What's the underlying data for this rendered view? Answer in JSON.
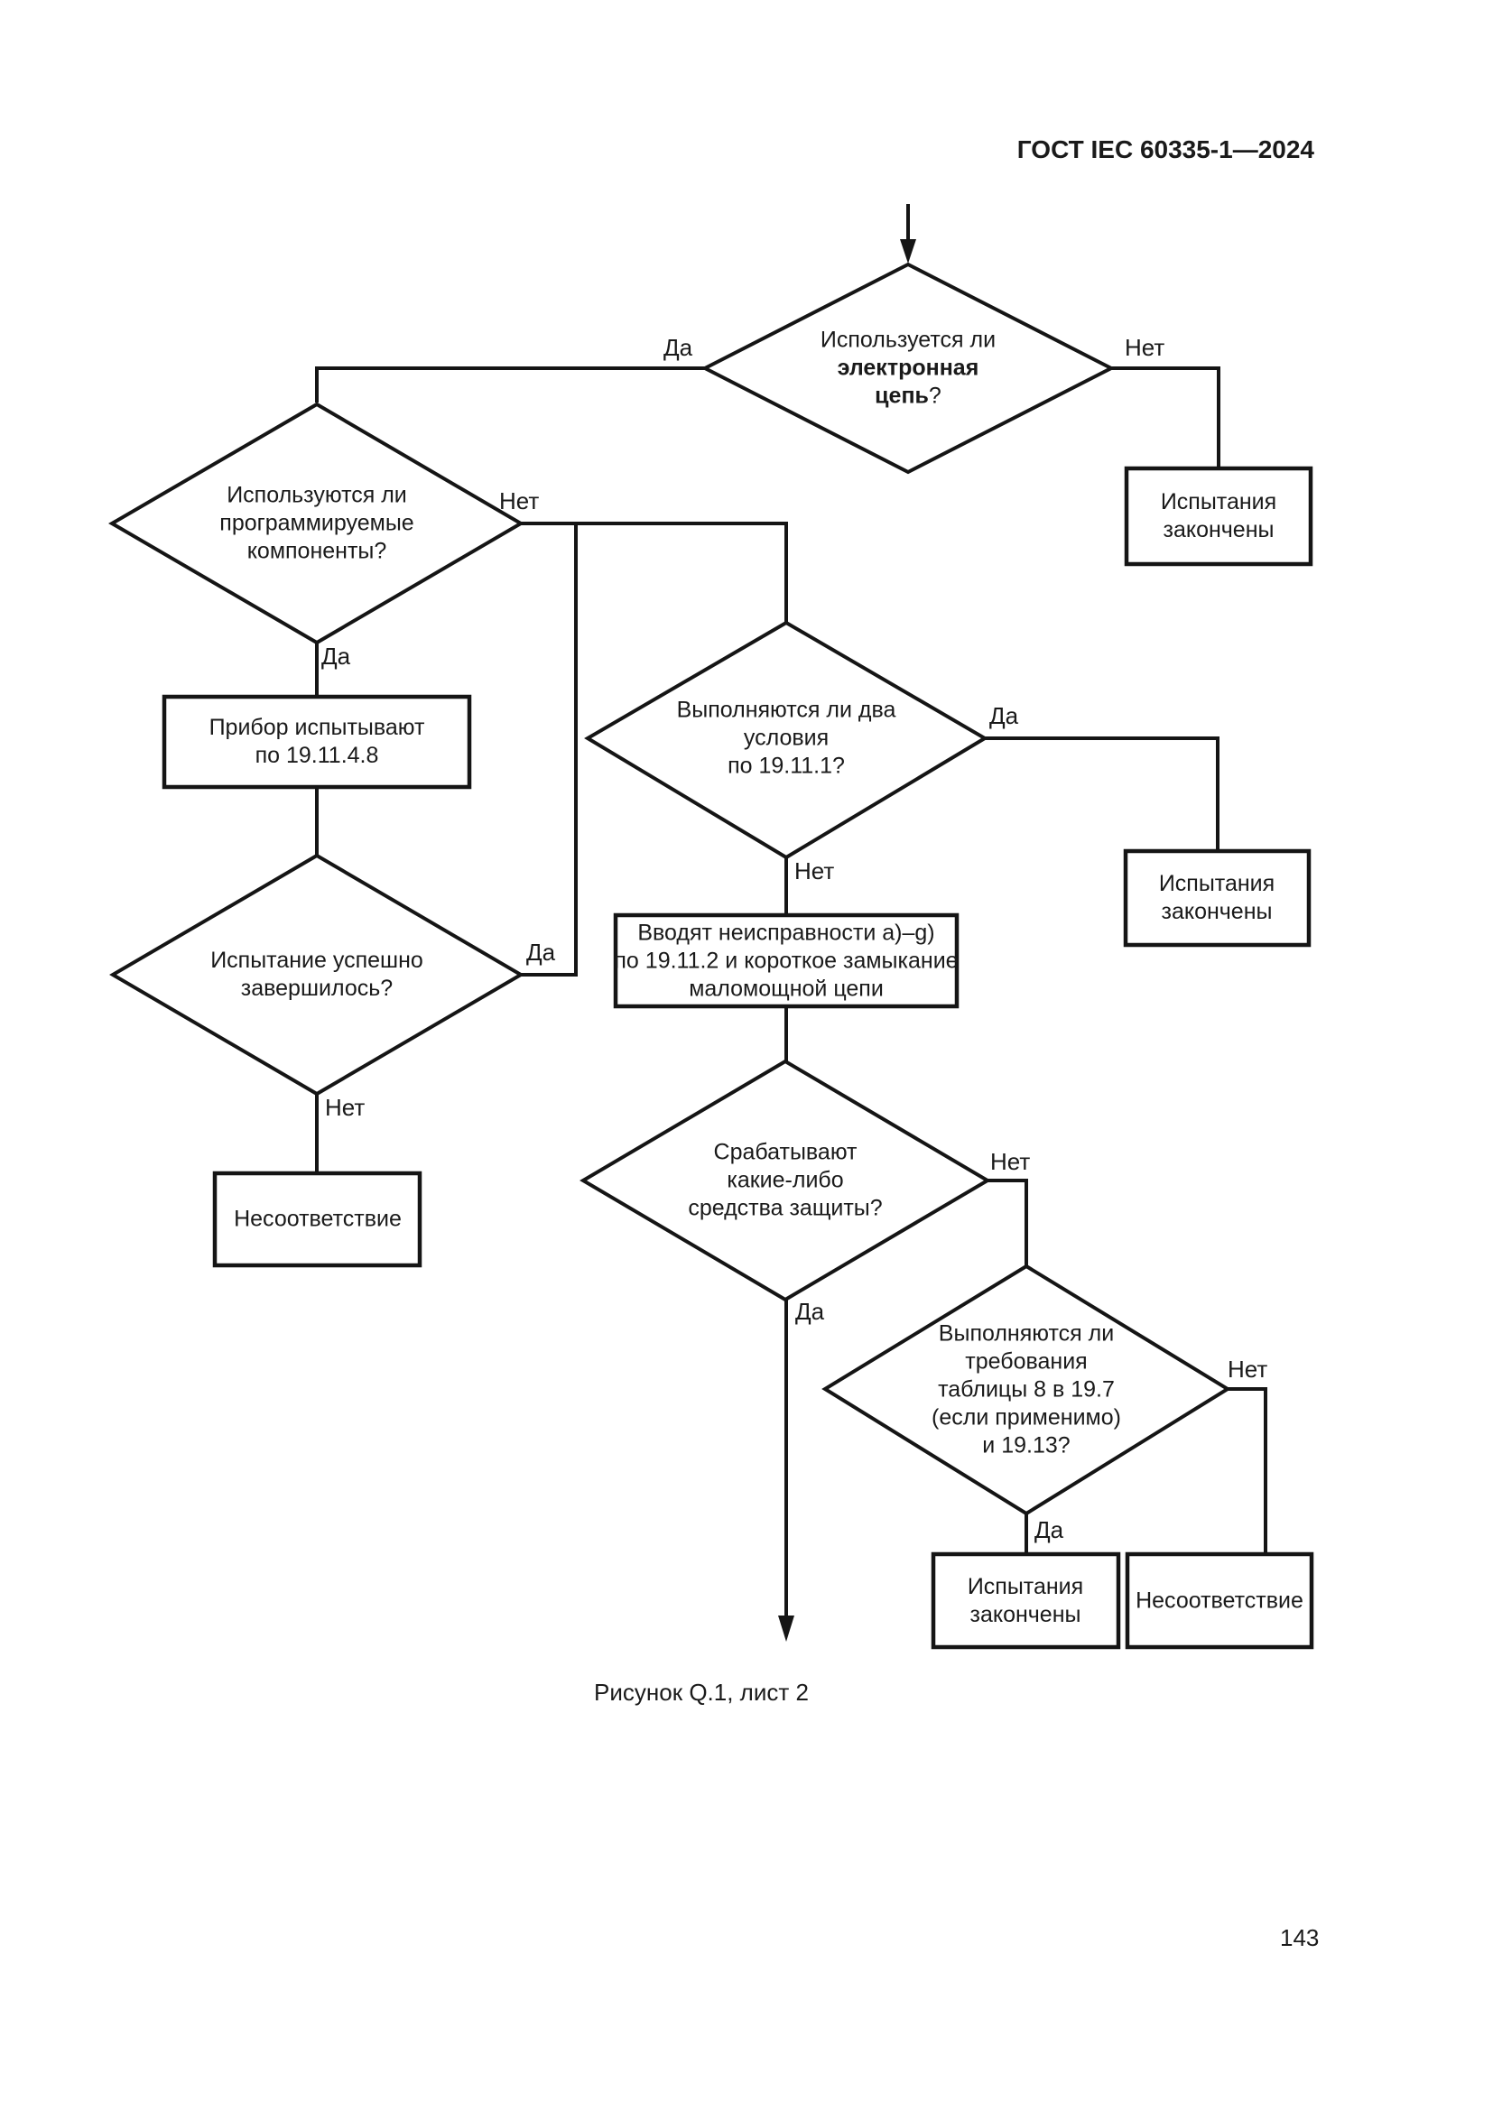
{
  "page": {
    "header": "ГОСТ IEC 60335-1—2024",
    "caption": "Рисунок Q.1, лист 2",
    "page_number": "143"
  },
  "labels": {
    "yes": "Да",
    "no": "Нет"
  },
  "nodes": {
    "q_electronic": {
      "line1": "Используется ли",
      "line2_bold": "электронная",
      "line3_bold": "цепь",
      "line3_suffix": "?"
    },
    "tests_done_1": {
      "line1": "Испытания",
      "line2": "закончены"
    },
    "q_programmable": {
      "line1": "Используются ли",
      "line2": "программируемые",
      "line3": "компоненты?"
    },
    "test_19_11_4_8": {
      "line1": "Прибор испытывают",
      "line2": "по 19.11.4.8"
    },
    "q_test_success": {
      "line1": "Испытание успешно",
      "line2": "завершилось?"
    },
    "noncompliance_1": {
      "line1": "Несоответствие"
    },
    "q_two_conditions": {
      "line1": "Выполняются ли два",
      "line2": "условия",
      "line3": "по 19.11.1?"
    },
    "tests_done_2": {
      "line1": "Испытания",
      "line2": "закончены"
    },
    "apply_faults": {
      "line1": "Вводят неисправности a)–g)",
      "line2": "по 19.11.2 и короткое замыкание",
      "line3": "маломощной цепи"
    },
    "q_protection": {
      "line1": "Срабатывают",
      "line2": "какие-либо",
      "line3": "средства защиты?"
    },
    "q_table8": {
      "line1": "Выполняются ли",
      "line2": "требования",
      "line3": "таблицы 8 в 19.7",
      "line4": "(если применимо)",
      "line5": "и 19.13?"
    },
    "tests_done_3": {
      "line1": "Испытания",
      "line2": "закончены"
    },
    "noncompliance_2": {
      "line1": "Несоответствие"
    }
  }
}
